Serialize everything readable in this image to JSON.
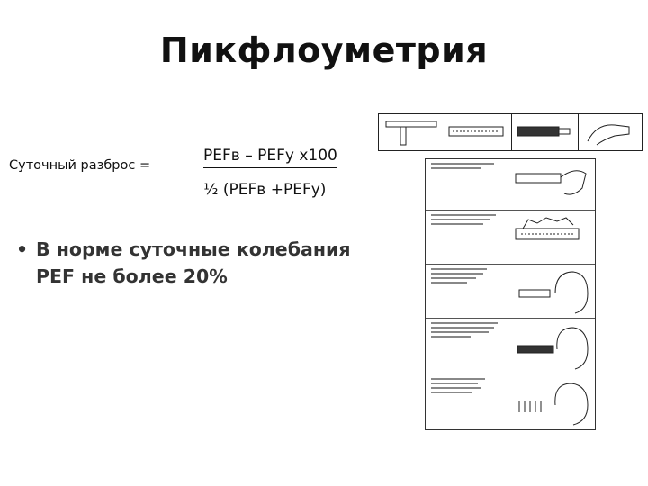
{
  "slide": {
    "title": "Пикфлоуметрия",
    "formula": {
      "label": "Суточный разброс =",
      "numerator": "PEFв – PEFу  х100",
      "denominator": "½ (PEFв +PEFу)"
    },
    "bullet": {
      "marker": "•",
      "text": "В норме суточные колебания PEF не более 20%"
    }
  },
  "illustration": {
    "device_icons": [
      "peak-flow-meter-side-icon",
      "peak-flow-meter-top-icon",
      "peak-flow-meter-mouthpiece-icon",
      "peak-flow-meter-hand-icon"
    ],
    "step_icons": [
      "hand-holding-meter-icon",
      "meter-scale-icon",
      "patient-inhale-icon",
      "patient-exhale-icon",
      "patient-repeat-icon"
    ]
  }
}
